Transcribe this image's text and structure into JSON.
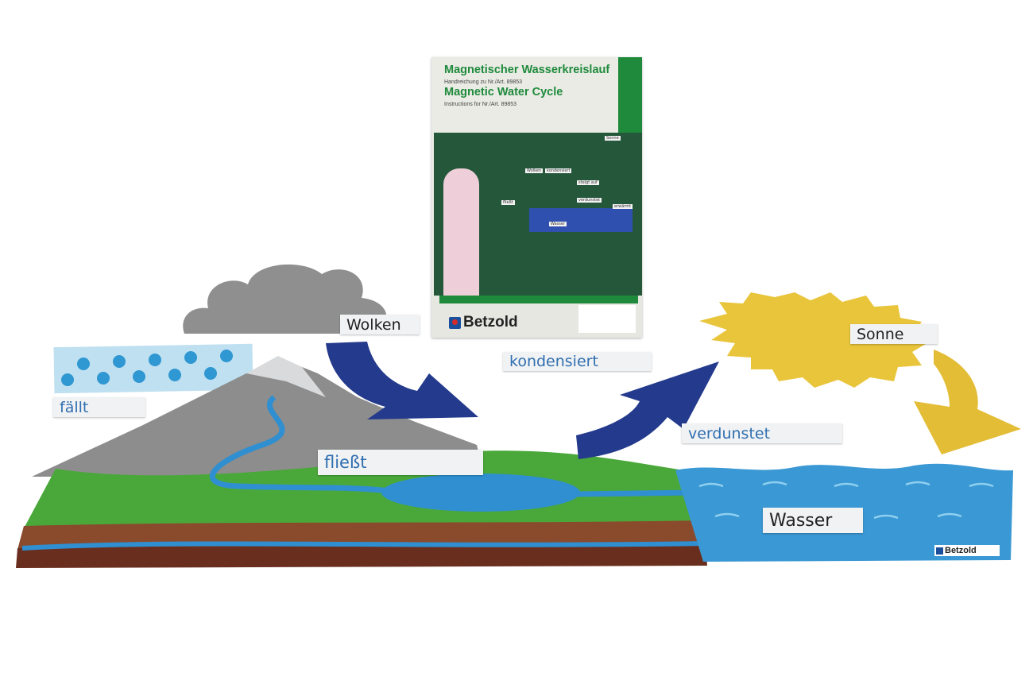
{
  "booklet": {
    "title_de": "Magnetischer Wasserkreislauf",
    "subtitle_de": "Handreichung zu Nr./Art. 89853",
    "title_en": "Magnetic Water Cycle",
    "subtitle_en": "Instructions for Nr./Art. 89853",
    "brand": "Betzold",
    "photo_labels": [
      "Sonne",
      "Wolken",
      "kondensiert",
      "steigt auf",
      "verdunstet",
      "erwärmt",
      "Wasser",
      "fließt"
    ]
  },
  "labels": {
    "wolken": "Wolken",
    "faellt": "fällt",
    "kondensiert": "kondensiert",
    "sonne": "Sonne",
    "verdunstet": "verdunstet",
    "fliesst": "fließt",
    "wasser": "Wasser"
  },
  "water_logo": "Betzold",
  "colors": {
    "cloud": "#8f8f8f",
    "arrow_blue": "#243a8c",
    "sun": "#e9c53c",
    "water": "#3a98d4",
    "grass": "#4aa83a",
    "soil": "#8a4a2c",
    "mountain": "#8d8d8d"
  }
}
